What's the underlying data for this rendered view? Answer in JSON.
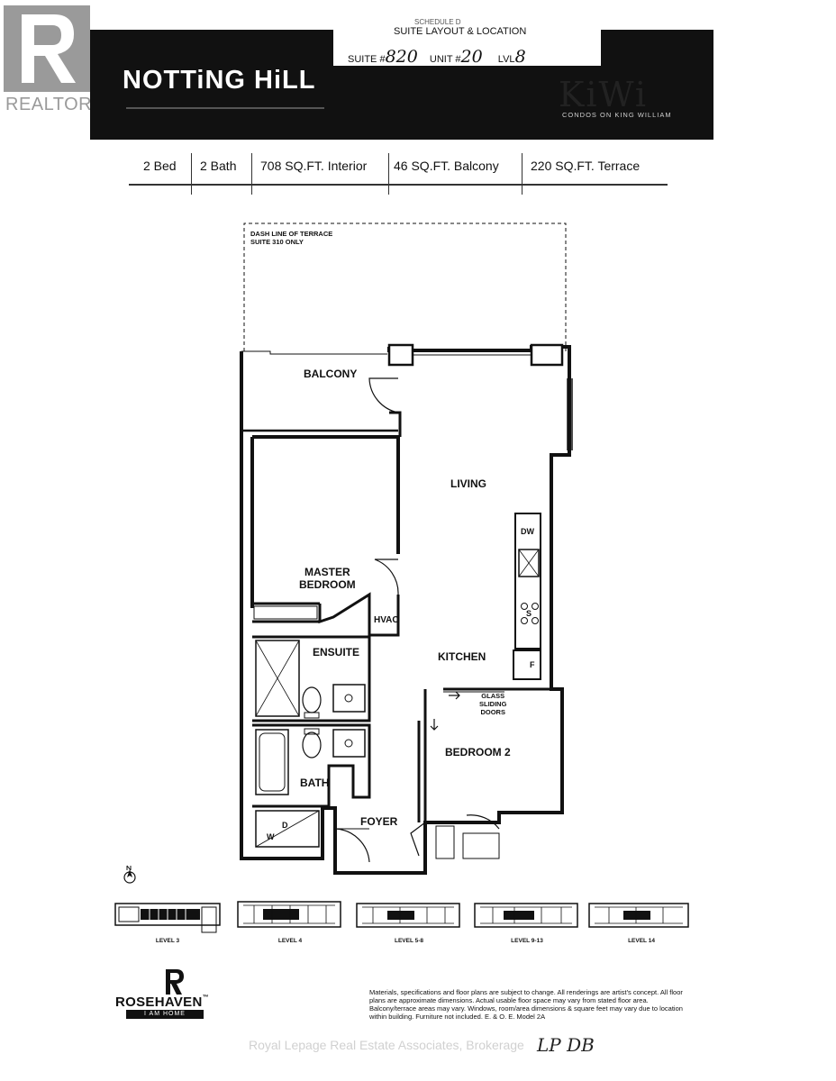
{
  "realtor_logo": {
    "text": "REALTOR",
    "mark": "®"
  },
  "stamp": {
    "schedule": "SCHEDULE D",
    "title": "SUITE LAYOUT & LOCATION",
    "suite_label": "SUITE #",
    "suite_value": "820",
    "unit_label": "UNIT #",
    "unit_value": "20",
    "level_label": "LVL",
    "level_value": "8"
  },
  "banner": {
    "title": "NOTTiNG HiLL",
    "brand": "KiWi",
    "brand_subtitle": "CONDOS ON KING WILLIAM"
  },
  "specs": [
    "2 Bed",
    "2 Bath",
    "708 SQ.FT. Interior",
    "46 SQ.FT. Balcony",
    "220 SQ.FT. Terrace"
  ],
  "plan": {
    "terrace_note_line1": "DASH LINE OF TERRACE",
    "terrace_note_line2": "SUITE 310 ONLY",
    "rooms": {
      "balcony": "BALCONY",
      "living": "LIVING",
      "master_line1": "MASTER",
      "master_line2": "BEDROOM",
      "hvac": "HVAC",
      "ensuite": "ENSUITE",
      "kitchen": "KITCHEN",
      "bedroom2": "BEDROOM 2",
      "bath": "BATH",
      "foyer": "FOYER"
    },
    "appliances": {
      "dw": "DW",
      "s": "S",
      "f": "F",
      "d": "D",
      "w": "W"
    },
    "glass_line1": "GLASS",
    "glass_line2": "SLIDING",
    "glass_line3": "DOORS"
  },
  "key_plans": [
    {
      "label": "LEVEL 3"
    },
    {
      "label": "LEVEL 4"
    },
    {
      "label": "LEVEL 5-8"
    },
    {
      "label": "LEVEL 9-13"
    },
    {
      "label": "LEVEL 14"
    }
  ],
  "rosehaven": {
    "name": "ROSEHAVEN",
    "tm": "™",
    "tagline": "I AM HOME"
  },
  "disclaimer": "Materials, specifications and floor plans are subject to change. All renderings are artist's concept. All floor plans are approximate dimensions. Actual usable floor space may vary from stated floor area. Balcony/terrace areas may vary. Windows, room/area dimensions & square feet may vary due to location within building. Furniture not included. E. & O. E. Model 2A",
  "watermark": "Royal Lepage Real Estate Associates, Brokerage",
  "initials": "LP  DB"
}
